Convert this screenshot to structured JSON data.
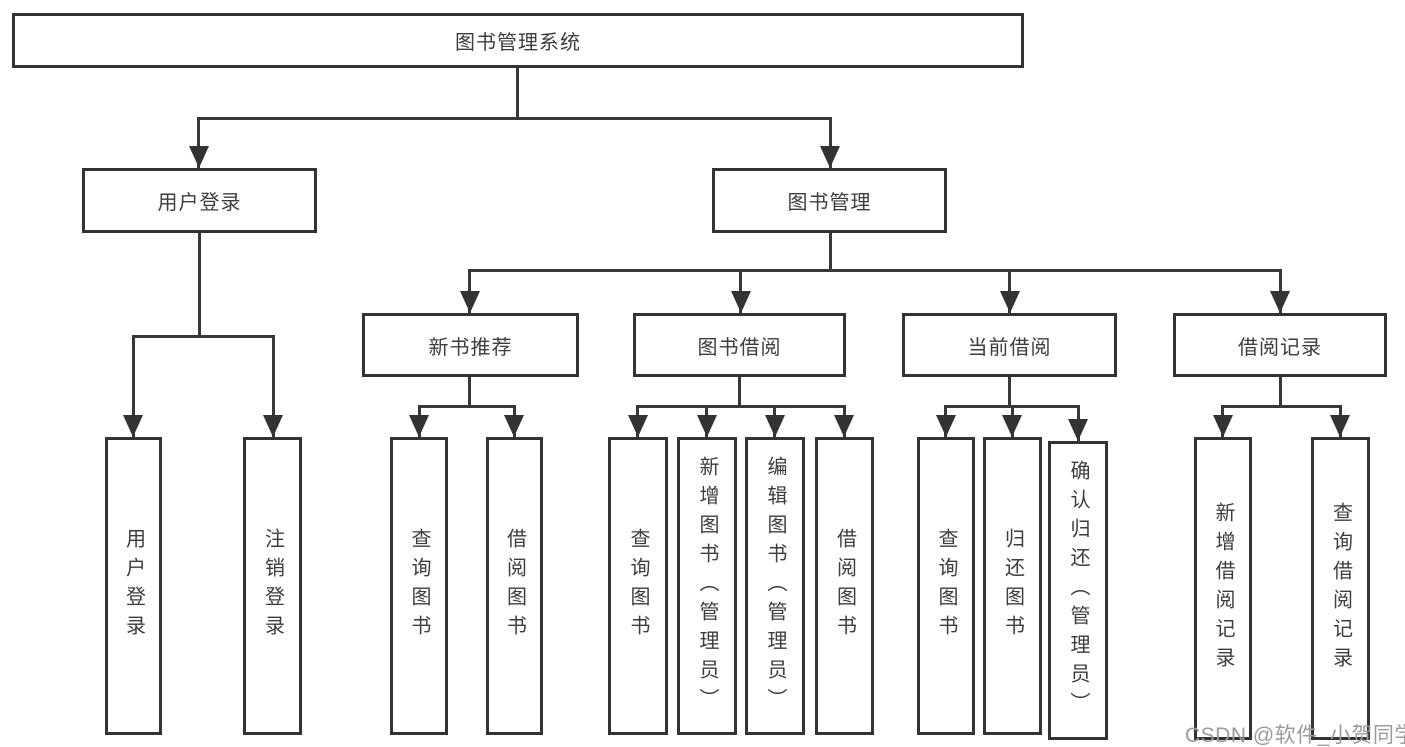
{
  "diagram": {
    "root": {
      "label": "图书管理系统"
    },
    "level2": [
      {
        "label": "用户登录"
      },
      {
        "label": "图书管理"
      }
    ],
    "level3": [
      {
        "label": "新书推荐"
      },
      {
        "label": "图书借阅"
      },
      {
        "label": "当前借阅"
      },
      {
        "label": "借阅记录"
      }
    ],
    "leaves": {
      "user_login": [
        "用户登录",
        "注销登录"
      ],
      "new_book": [
        "查询图书",
        "借阅图书"
      ],
      "book_borrow": [
        "查询图书",
        "新增图书（管理员）",
        "编辑图书（管理员）",
        "借阅图书"
      ],
      "current_borrow": [
        "查询图书",
        "归还图书",
        "确认归还（管理员）"
      ],
      "borrow_record": [
        "新增借阅记录",
        "查询借阅记录"
      ]
    }
  },
  "watermark": "CSDN @软件_小贺同学",
  "colors": {
    "line": "#333333",
    "text": "#3d3d3d",
    "watermark": "#9c9c9c",
    "background": "#ffffff"
  }
}
